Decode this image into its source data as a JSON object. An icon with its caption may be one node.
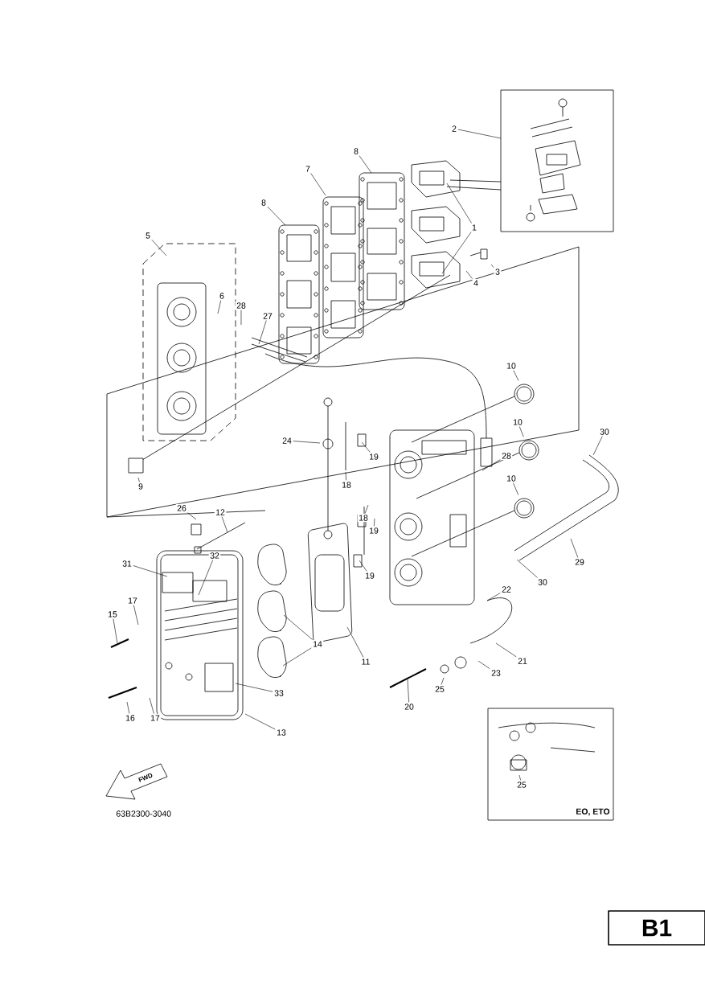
{
  "diagram": {
    "nodes": [
      {
        "text": [
          "2"
        ]
      },
      {
        "text": [
          "8"
        ]
      },
      {
        "text": [
          "7"
        ]
      },
      {
        "text": [
          "8"
        ]
      },
      {
        "text": [
          "1"
        ]
      },
      {
        "text": [
          "5"
        ]
      },
      {
        "text": [
          "3"
        ]
      },
      {
        "text": [
          "4"
        ]
      },
      {
        "text": [
          "6"
        ]
      },
      {
        "text": [
          "28"
        ]
      },
      {
        "text": [
          "27"
        ]
      },
      {
        "text": [
          "10"
        ]
      },
      {
        "text": [
          "10"
        ]
      },
      {
        "text": [
          "30"
        ]
      },
      {
        "text": [
          "24"
        ]
      },
      {
        "text": [
          "28"
        ]
      },
      {
        "text": [
          "19"
        ]
      },
      {
        "text": [
          "18"
        ]
      },
      {
        "text": [
          "9"
        ]
      },
      {
        "text": [
          "10"
        ]
      },
      {
        "text": [
          "26"
        ]
      },
      {
        "text": [
          "12"
        ]
      },
      {
        "text": [
          "18"
        ]
      },
      {
        "text": [
          "19"
        ]
      },
      {
        "text": [
          "31"
        ]
      },
      {
        "text": [
          "32"
        ]
      },
      {
        "text": [
          "29"
        ]
      },
      {
        "text": [
          "19"
        ]
      },
      {
        "text": [
          "30"
        ]
      },
      {
        "text": [
          "22"
        ]
      },
      {
        "text": [
          "17"
        ]
      },
      {
        "text": [
          "15"
        ]
      },
      {
        "text": [
          "14"
        ]
      },
      {
        "text": [
          "11"
        ]
      },
      {
        "text": [
          "21"
        ]
      },
      {
        "text": [
          "23"
        ]
      },
      {
        "text": [
          "25"
        ]
      },
      {
        "text": [
          "33"
        ]
      },
      {
        "text": [
          "20"
        ]
      },
      {
        "text": [
          "16"
        ]
      },
      {
        "text": [
          "17"
        ]
      },
      {
        "text": [
          "13"
        ]
      },
      {
        "text": [
          "25"
        ]
      }
    ],
    "edges": [
      {
        "from": 0,
        "to": null,
        "arrow": "none"
      },
      {
        "from": 1,
        "to": null,
        "arrow": "none"
      },
      {
        "from": 2,
        "to": null,
        "arrow": "none"
      },
      {
        "from": 3,
        "to": null,
        "arrow": "none"
      },
      {
        "from": 4,
        "to": null,
        "arrow": "none"
      },
      {
        "from": 4,
        "to": null,
        "arrow": "none"
      },
      {
        "from": 5,
        "to": null,
        "arrow": "none"
      },
      {
        "from": 6,
        "to": null,
        "arrow": "none"
      },
      {
        "from": 7,
        "to": null,
        "arrow": "none"
      },
      {
        "from": 8,
        "to": null,
        "arrow": "none"
      },
      {
        "from": 9,
        "to": null,
        "arrow": "none"
      },
      {
        "from": 10,
        "to": null,
        "arrow": "none"
      },
      {
        "from": 11,
        "to": null,
        "arrow": "none"
      },
      {
        "from": 12,
        "to": null,
        "arrow": "none"
      },
      {
        "from": 13,
        "to": null,
        "arrow": "none"
      },
      {
        "from": 14,
        "to": null,
        "arrow": "none"
      },
      {
        "from": 15,
        "to": null,
        "arrow": "none"
      },
      {
        "from": 16,
        "to": null,
        "arrow": "none"
      },
      {
        "from": 17,
        "to": null,
        "arrow": "none"
      },
      {
        "from": 18,
        "to": null,
        "arrow": "none"
      },
      {
        "from": 19,
        "to": null,
        "arrow": "none"
      },
      {
        "from": 20,
        "to": null,
        "arrow": "none"
      },
      {
        "from": 21,
        "to": null,
        "arrow": "none"
      },
      {
        "from": 22,
        "to": null,
        "arrow": "none"
      },
      {
        "from": 23,
        "to": null,
        "arrow": "none"
      },
      {
        "from": 24,
        "to": null,
        "arrow": "none"
      },
      {
        "from": 25,
        "to": null,
        "arrow": "none"
      },
      {
        "from": 26,
        "to": null,
        "arrow": "none"
      },
      {
        "from": 27,
        "to": null,
        "arrow": "none"
      },
      {
        "from": 28,
        "to": null,
        "arrow": "none"
      },
      {
        "from": 29,
        "to": null,
        "arrow": "none"
      },
      {
        "from": 30,
        "to": null,
        "arrow": "none"
      },
      {
        "from": 31,
        "to": null,
        "arrow": "none"
      },
      {
        "from": 32,
        "to": null,
        "arrow": "none"
      },
      {
        "from": 32,
        "to": null,
        "arrow": "none"
      },
      {
        "from": 33,
        "to": null,
        "arrow": "none"
      },
      {
        "from": 34,
        "to": null,
        "arrow": "none"
      },
      {
        "from": 35,
        "to": null,
        "arrow": "none"
      },
      {
        "from": 36,
        "to": null,
        "arrow": "none"
      },
      {
        "from": 37,
        "to": null,
        "arrow": "none"
      },
      {
        "from": 38,
        "to": null,
        "arrow": "none"
      },
      {
        "from": 39,
        "to": null,
        "arrow": "none"
      },
      {
        "from": 40,
        "to": null,
        "arrow": "none"
      },
      {
        "from": 41,
        "to": null,
        "arrow": "none"
      },
      {
        "from": 42,
        "to": null,
        "arrow": "none"
      }
    ],
    "labels": [
      "FWD",
      "63B2300-3040",
      "EO, ETO",
      "B1"
    ]
  }
}
